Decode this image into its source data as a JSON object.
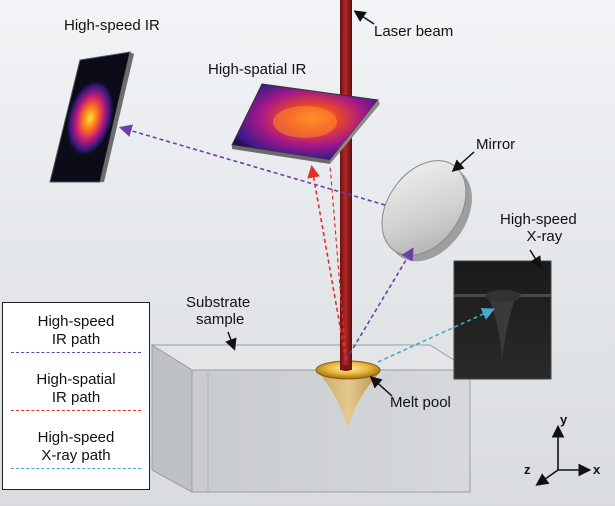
{
  "labels": {
    "high_speed_ir": "High-speed IR",
    "high_spatial_ir": "High-spatial IR",
    "laser_beam": "Laser beam",
    "mirror": "Mirror",
    "high_speed_xray_l1": "High-speed",
    "high_speed_xray_l2": "X-ray",
    "substrate_l1": "Substrate",
    "substrate_l2": "sample",
    "melt_pool": "Melt pool"
  },
  "legend": [
    {
      "line1": "High-speed",
      "line2": "IR path",
      "color": "#6a3fa6"
    },
    {
      "line1": "High-spatial",
      "line2": "IR path",
      "color": "#e0302a"
    },
    {
      "line1": "High-speed",
      "line2": "X-ray path",
      "color": "#4aa8c8"
    }
  ],
  "axes": {
    "x": "x",
    "y": "y",
    "z": "z"
  },
  "colors": {
    "laser": "#8e1b1b",
    "ir_speed_path": "#6a3fa6",
    "ir_spatial_path": "#e0302a",
    "xray_path": "#4aa8c8",
    "melt_pool": "#e0b040"
  }
}
